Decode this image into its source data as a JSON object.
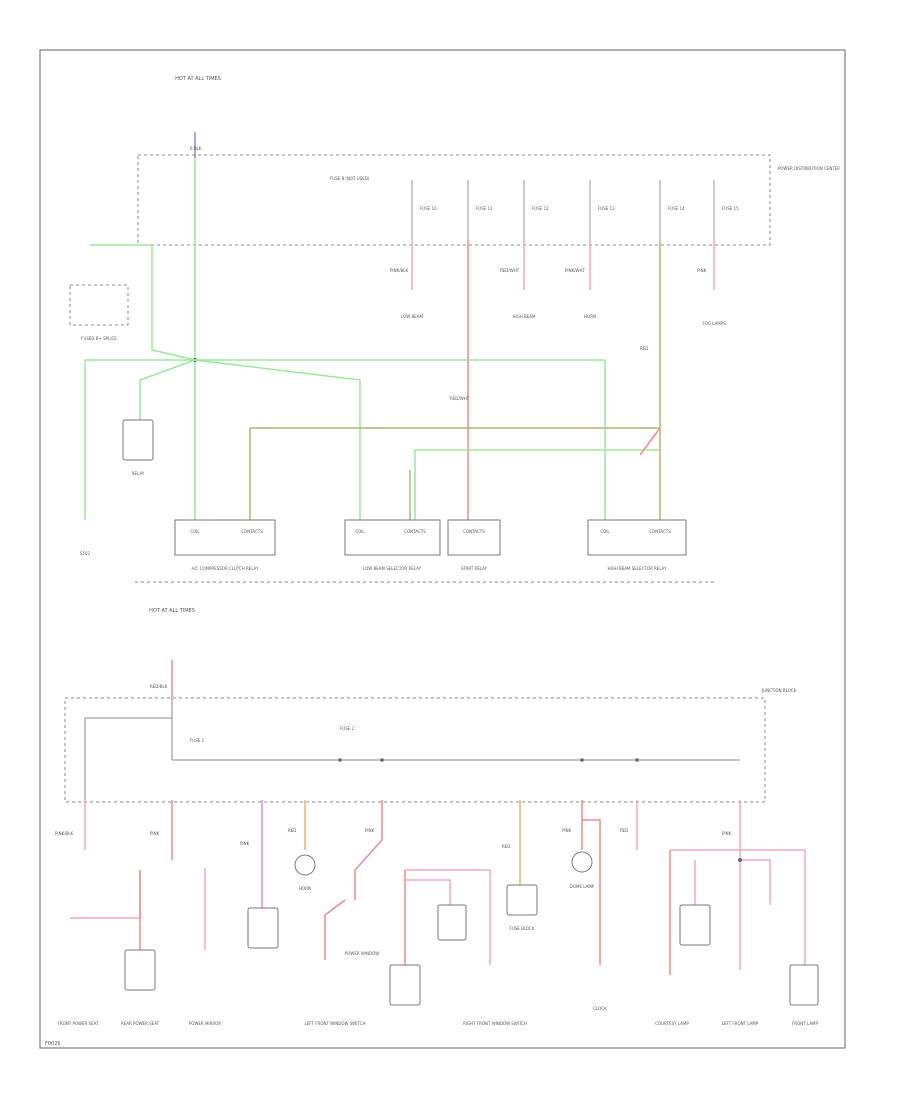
{
  "footer": {
    "code": "F0026"
  },
  "colors": {
    "green": "#9be89b",
    "pink": "#f4a9b8",
    "red": "#f08a8a",
    "olive": "#b5b277",
    "blue": "#8a8ad8",
    "magenta": "#e88ad8",
    "orange": "#f0b070",
    "frame": "#666666"
  },
  "top": {
    "source_label": "HOT AT ALL TIMES",
    "feed_wire": "6 BLK",
    "fuse_main": "FUSE 8 (NOT USED)",
    "pdc_label": "POWER DISTRIBUTION CENTER",
    "fuses": [
      "FUSE 10",
      "FUSE 11",
      "FUSE 12",
      "FUSE 13",
      "FUSE 14",
      "FUSE 15"
    ],
    "wires": [
      "PINK/BLK",
      "RED/WHT",
      "RED/WHT",
      "PINK/WHT",
      "RED",
      "PINK"
    ],
    "fuse_nodes": [
      "LOW BEAM",
      "HIGH BEAM",
      "HORN",
      "FOG LAMPS"
    ],
    "splice_box": "FUSED B+ SPLICE",
    "ground_label": "S102",
    "relay_label": "RELAY",
    "modules": [
      {
        "name": "A/C COMPRESSOR CLUTCH RELAY",
        "left": "COIL",
        "right": "CONTACTS"
      },
      {
        "name": "LOW BEAM SELECTOR RELAY",
        "left": "COIL",
        "right": "CONTACTS"
      },
      {
        "name": "START RELAY",
        "left": "",
        "right": "CONTACTS"
      },
      {
        "name": "HIGH BEAM SELECTOR RELAY",
        "left": "COIL",
        "right": "CONTACTS"
      }
    ],
    "right_note": "POWER DISTRIBUTION CENTER"
  },
  "bottom": {
    "source_label": "HOT AT ALL TIMES",
    "feed_wire": "RED/BLK",
    "fuse_main": "FUSE 1",
    "fuse_sub": "FUSE 2",
    "box_label": "JUNCTION BLOCK",
    "branch_wires": [
      "PINK/BLK",
      "PINK",
      "PINK",
      "RED",
      "PINK",
      "RED",
      "PINK",
      "RED",
      "PINK"
    ],
    "loads": [
      "FRONT POWER SEAT",
      "REAR POWER SEAT",
      "POWER MIRROR",
      "HORN",
      "POWER WINDOW",
      "LEFT FRONT WINDOW SWITCH",
      "RIGHT FRONT WINDOW SWITCH",
      "FUSE BLOCK",
      "DOME LAMP",
      "CLOCK",
      "COURTESY LAMP",
      "LEFT FRONT LAMP",
      "FRONT LAMP"
    ]
  }
}
